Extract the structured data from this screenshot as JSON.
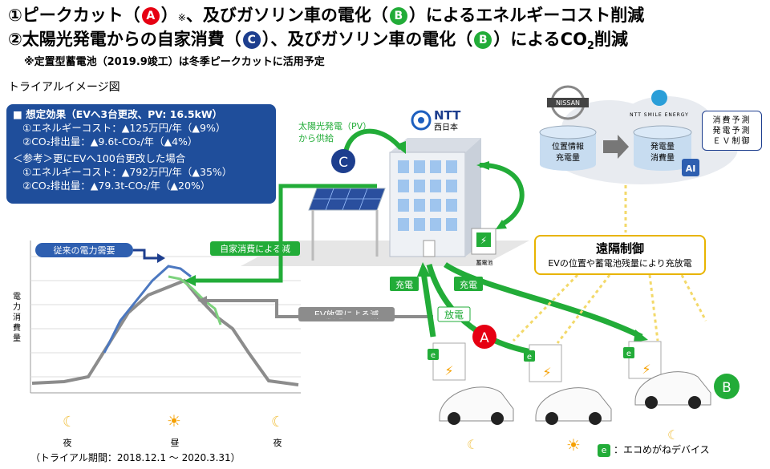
{
  "header": {
    "line1_pre": "①ピークカット（",
    "line1_badge": "A",
    "line1_mid": "）",
    "line1_mark": "※",
    "line1_post": "、及びガソリン車の電化（",
    "line1_badge2": "B",
    "line1_end": "）によるエネルギーコスト削減",
    "line2_pre": "②太陽光発電からの自家消費（",
    "line2_badge": "C",
    "line2_post": "）、及びガソリン車の電化（",
    "line2_badge2": "B",
    "line2_end_a": "）によるCO",
    "line2_sub": "2",
    "line2_end_b": "削減",
    "note": "※定置型蓄電池（2019.9竣工）は冬季ピークカットに活用予定",
    "trial_title": "トライアルイメージ図"
  },
  "effect_box": {
    "title": "■ 想定効果（EVへ3台更改、PV: 16.5kW）",
    "cost": "①エネルギーコスト：▲125万円/年（▲9%）",
    "co2": "②CO₂排出量：▲9.6t-CO₂/年（▲4%）",
    "ref_title": "＜参考＞更にEVへ100台更改した場合",
    "ref_cost": "①エネルギーコスト：▲792万円/年（▲35%）",
    "ref_co2": "②CO₂排出量：▲79.3t-CO₂/年（▲20%）"
  },
  "graph": {
    "ylabel": "電力消費量",
    "demand_label": "従来の電力需要",
    "self_label": "自家消費による減",
    "ev_label": "EV放電による減",
    "x_night1": "夜",
    "x_day": "昼",
    "x_night2": "夜"
  },
  "diagram": {
    "pv_label1": "太陽光発電（PV）",
    "pv_label2": "から供給",
    "ntt_logo": "NTT",
    "ntt_sub": "西日本",
    "battery_label": "蓄電池",
    "charge1": "充電",
    "charge2": "充電",
    "discharge": "放電",
    "badge_a": "A",
    "badge_b": "B",
    "badge_c": "C",
    "nissan": "NISSAN",
    "smile": "NTT SMILE ENERGY",
    "cloud_left": [
      "位置情報",
      "充電量"
    ],
    "cloud_right": [
      "発電量",
      "消費量"
    ],
    "ai": "AI",
    "forecast": [
      "消費予測",
      "発電予測",
      "ＥＶ制御"
    ],
    "remote_title": "遠隔制御",
    "remote_sub": "EVの位置や蓄電池残量により充放電",
    "device_mark": "e",
    "legend": "：エコめがねデバイス"
  },
  "period": "（トライアル期間：2018.12.1 ～ 2020.3.31）",
  "colors": {
    "green": "#22ac38",
    "red": "#e60012",
    "blue": "#1d3e8e",
    "box": "#1f4e9b"
  },
  "chart_data": {
    "type": "line",
    "title": "",
    "ylabel": "電力消費量",
    "categories": [
      "夜",
      "昼",
      "夜"
    ],
    "series": [
      {
        "name": "従来の電力需要"
      },
      {
        "name": "自家消費による減"
      },
      {
        "name": "EV放電による減"
      }
    ]
  }
}
